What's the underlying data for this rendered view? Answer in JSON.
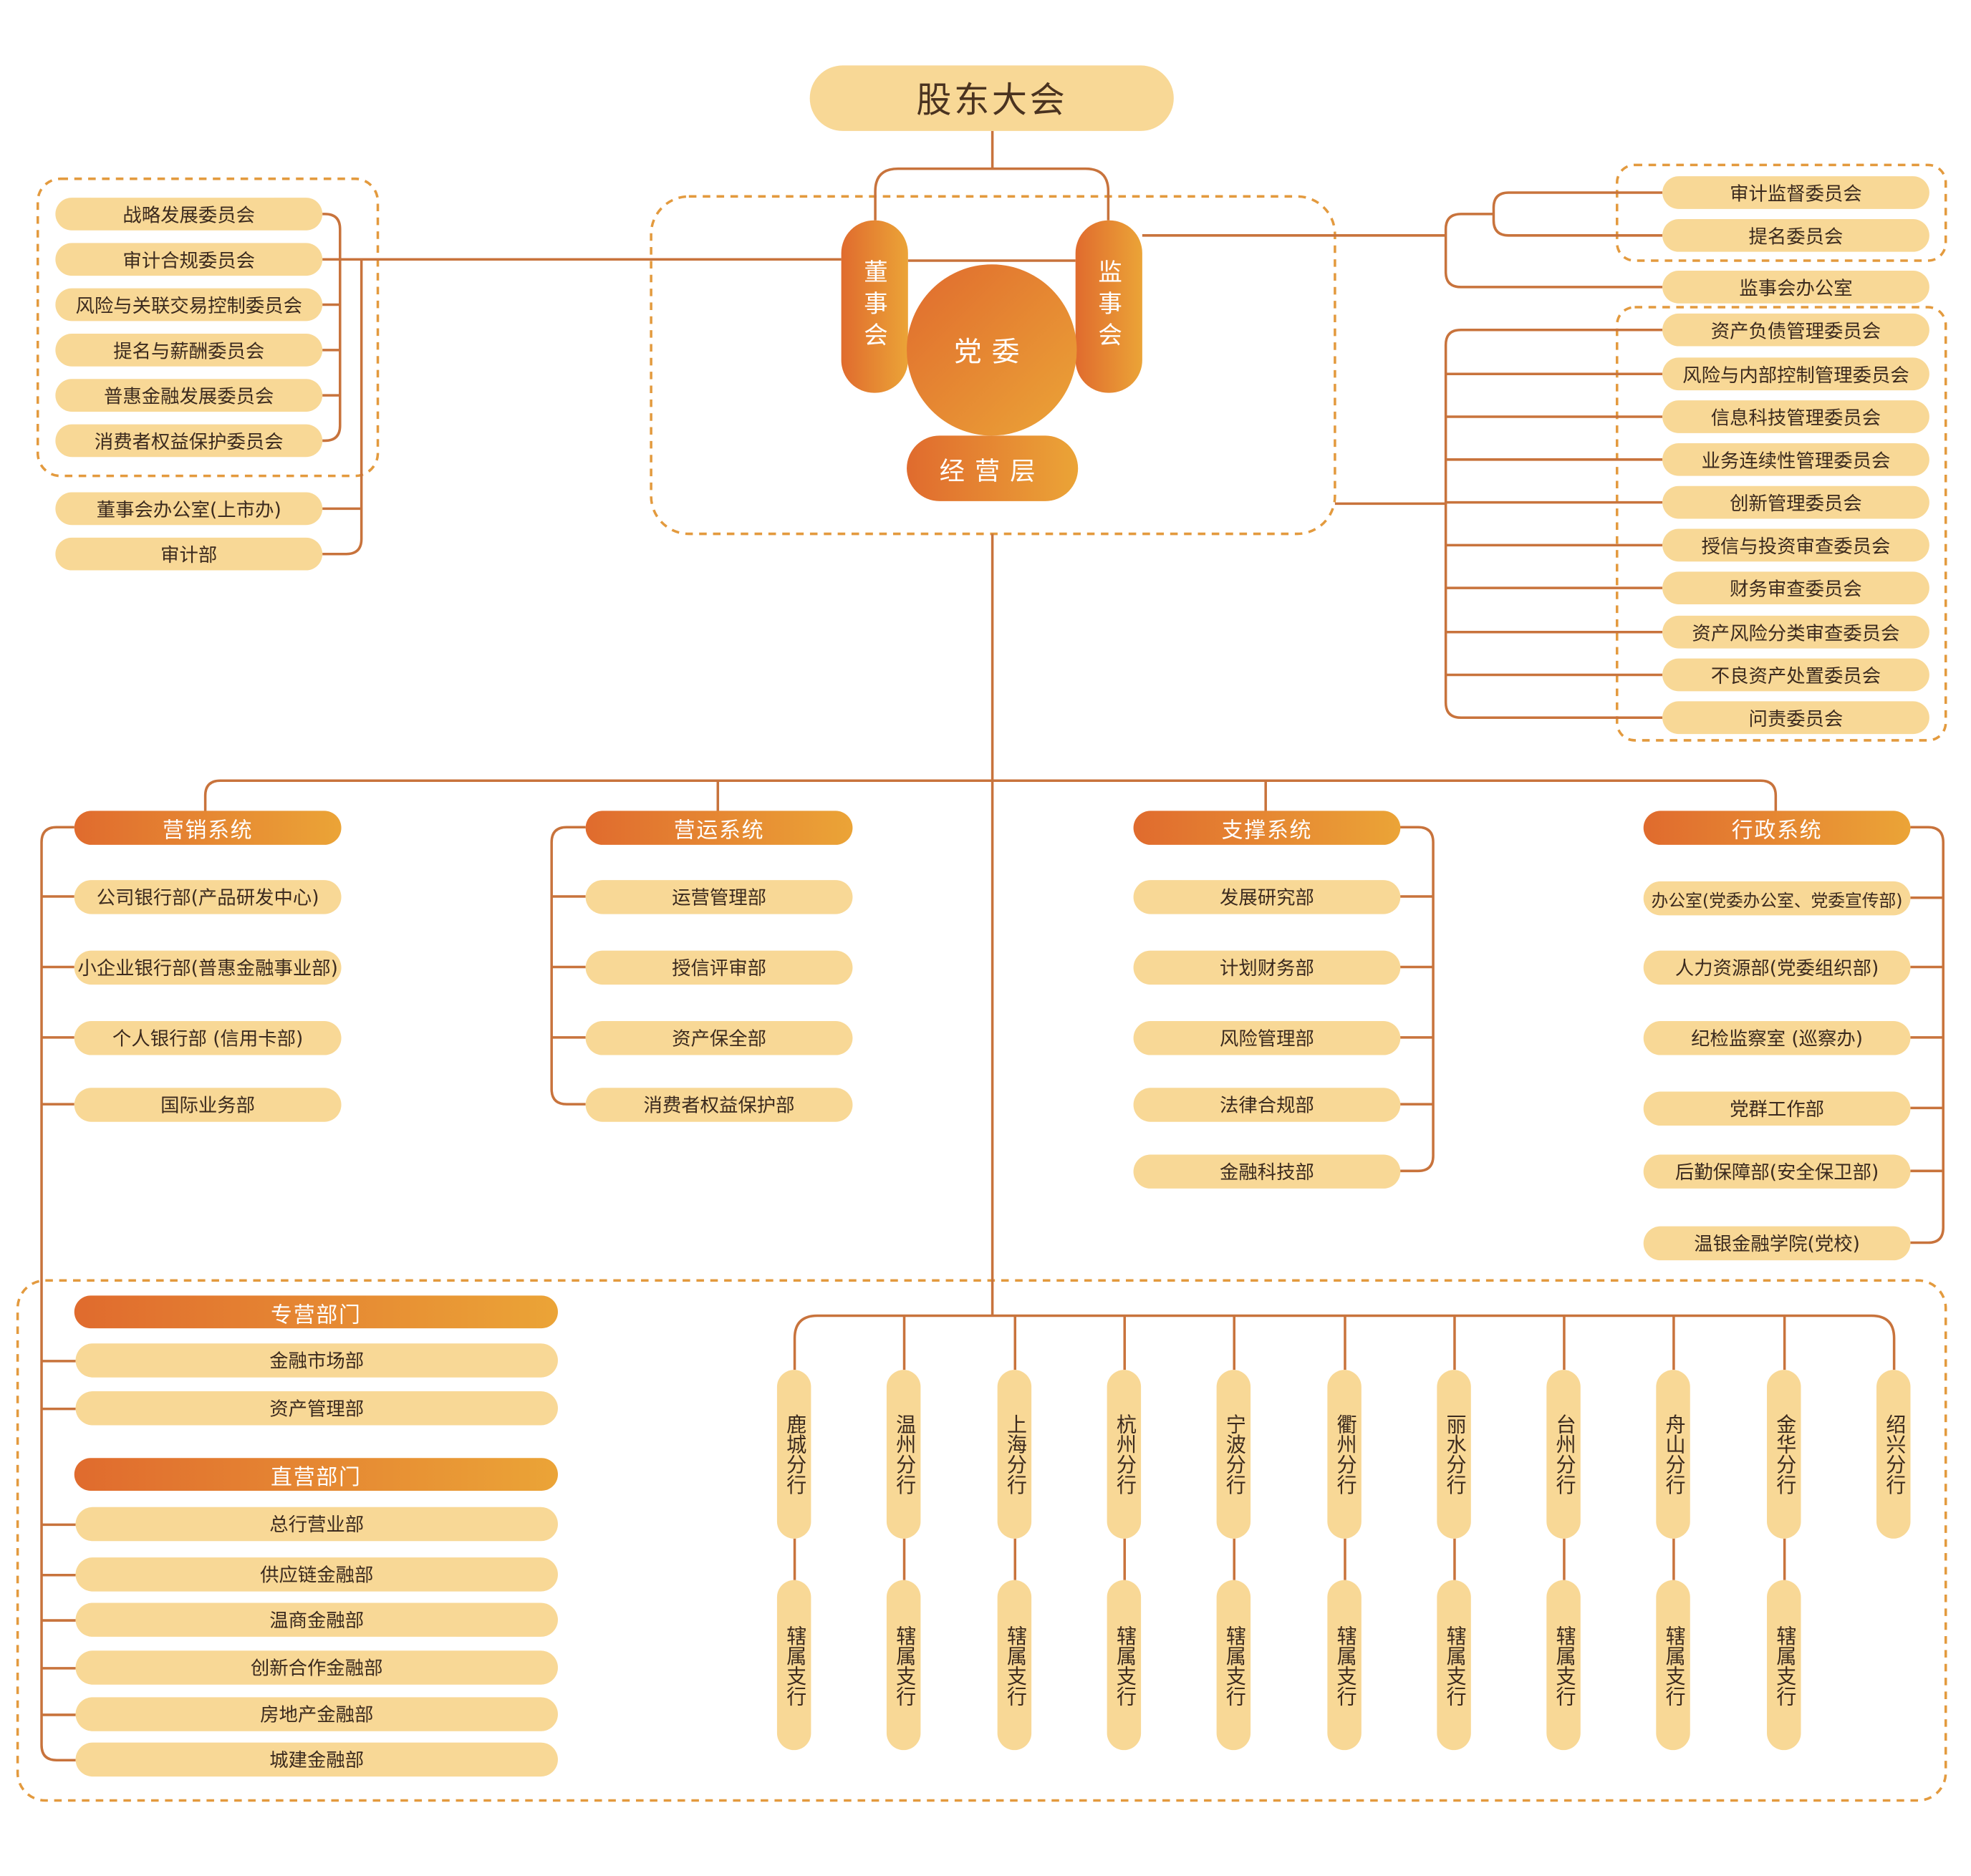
{
  "colors": {
    "pill": "#F8D896",
    "line": "#C8733C",
    "dash": "#E39A3E",
    "accent_gradient_start": "#E06B2E",
    "accent_gradient_end": "#EBA437"
  },
  "top": {
    "title": "股东大会"
  },
  "center": {
    "board": "董事会",
    "supervisors": "监事会",
    "party": "党委",
    "management": "经营层"
  },
  "board_committees": [
    "战略发展委员会",
    "审计合规委员会",
    "风险与关联交易控制委员会",
    "提名与薪酬委员会",
    "普惠金融发展委员会",
    "消费者权益保护委员会"
  ],
  "board_offices": [
    "董事会办公室(上市办)",
    "审计部"
  ],
  "supervisor_committees": [
    "审计监督委员会",
    "提名委员会"
  ],
  "supervisor_office": "监事会办公室",
  "management_committees": [
    "资产负债管理委员会",
    "风险与内部控制管理委员会",
    "信息科技管理委员会",
    "业务连续性管理委员会",
    "创新管理委员会",
    "授信与投资审查委员会",
    "财务审查委员会",
    "资产风险分类审查委员会",
    "不良资产处置委员会",
    "问责委员会"
  ],
  "systems": [
    {
      "title": "营销系统",
      "departments": [
        "公司银行部(产品研发中心)",
        "小企业银行部(普惠金融事业部)",
        "个人银行部 (信用卡部)",
        "国际业务部"
      ]
    },
    {
      "title": "营运系统",
      "departments": [
        "运营管理部",
        "授信评审部",
        "资产保全部",
        "消费者权益保护部"
      ]
    },
    {
      "title": "支撑系统",
      "departments": [
        "发展研究部",
        "计划财务部",
        "风险管理部",
        "法律合规部",
        "金融科技部"
      ]
    },
    {
      "title": "行政系统",
      "departments": [
        "办公室(党委办公室、党委宣传部)",
        "人力资源部(党委组织部)",
        "纪检监察室 (巡察办)",
        "党群工作部",
        "后勤保障部(安全保卫部)",
        "温银金融学院(党校)"
      ]
    }
  ],
  "specialized": {
    "title": "专营部门",
    "departments": [
      "金融市场部",
      "资产管理部"
    ]
  },
  "direct": {
    "title": "直营部门",
    "departments": [
      "总行营业部",
      "供应链金融部",
      "温商金融部",
      "创新合作金融部",
      "房地产金融部",
      "城建金融部"
    ]
  },
  "branches": [
    {
      "name": "鹿城分行",
      "sub": "辖属支行"
    },
    {
      "name": "温州分行",
      "sub": "辖属支行"
    },
    {
      "name": "上海分行",
      "sub": "辖属支行"
    },
    {
      "name": "杭州分行",
      "sub": "辖属支行"
    },
    {
      "name": "宁波分行",
      "sub": "辖属支行"
    },
    {
      "name": "衢州分行",
      "sub": "辖属支行"
    },
    {
      "name": "丽水分行",
      "sub": "辖属支行"
    },
    {
      "name": "台州分行",
      "sub": "辖属支行"
    },
    {
      "name": "舟山分行",
      "sub": "辖属支行"
    },
    {
      "name": "金华分行",
      "sub": "辖属支行"
    },
    {
      "name": "绍兴分行"
    }
  ]
}
